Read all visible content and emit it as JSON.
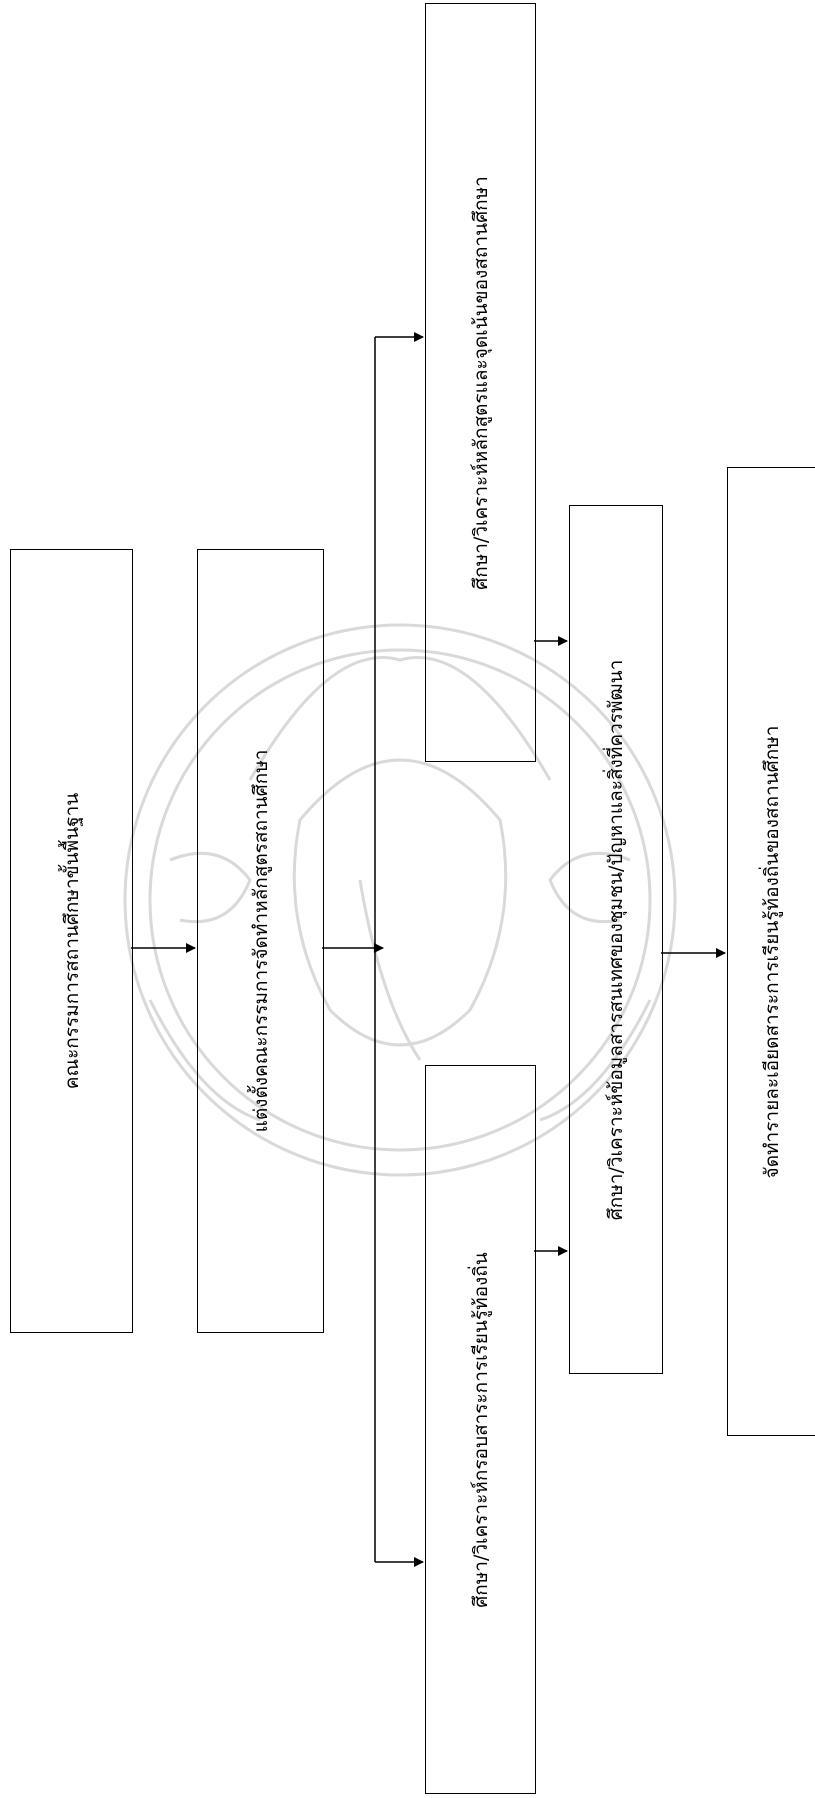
{
  "diagram": {
    "boxes": {
      "committee": "คณะกรรมการสถานศึกษาขั้นพื้นฐาน",
      "appoint": "แต่งตั้งคณะกรรมการจัดทำหลักสูตรสถานศึกษา",
      "study_curriculum": "ศึกษา/วิเคราะห์หลักสูตรและจุดเน้นของสถานศึกษา",
      "study_framework": "ศึกษา/วิเคราะห์กรอบสาระการเรียนรู้ท้องถิ่น",
      "analyze_community": "ศึกษา/วิเคราะห์ข้อมูลสารสนเทศของชุมชน/ปัญหาและสิ่งที่ควรพัฒนา",
      "produce_details": "จัดทำรายละเอียดสาระการเรียนรู้ท้องถิ่นของสถานศึกษา"
    }
  }
}
